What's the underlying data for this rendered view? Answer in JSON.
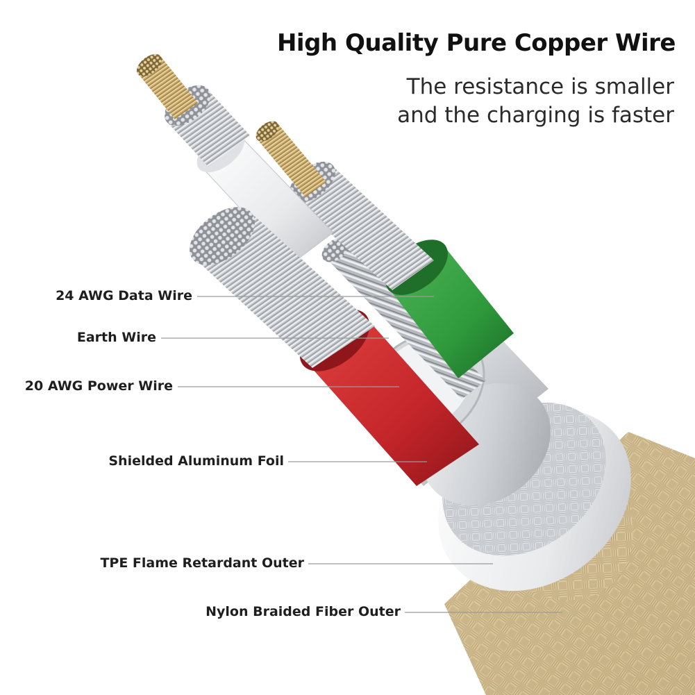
{
  "header": {
    "title": "High Quality Pure Copper Wire",
    "subtitle_line1": "The resistance is smaller",
    "subtitle_line2": "and the charging is faster"
  },
  "labels": {
    "data_wire": "24 AWG Data Wire",
    "earth_wire": "Earth Wire",
    "power_wire": "20 AWG Power Wire",
    "foil": "Shielded Aluminum Foil",
    "tpe_outer": "TPE Flame Retardant Outer",
    "nylon_outer": "Nylon Braided Fiber Outer"
  },
  "colors": {
    "green_insulation": "#2f9a3c",
    "red_insulation": "#c8262b",
    "copper_strands": "#c9a968",
    "tin_strands": "#b9bcc0",
    "nylon_braid": "#cdb88f",
    "leader_line": "#9a9a9a"
  }
}
